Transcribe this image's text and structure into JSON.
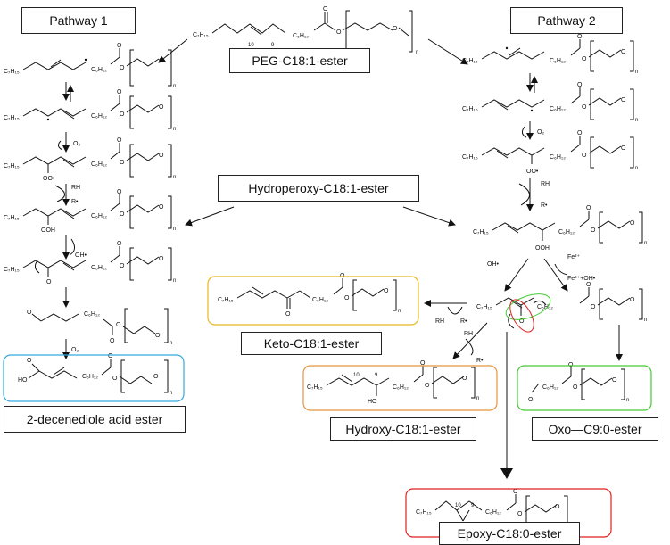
{
  "title_boxes": {
    "pathway1": "Pathway 1",
    "pathway2": "Pathway 2",
    "peg_ester": "PEG-C18:1-ester",
    "hydroperoxy": "Hydroperoxy-C18:1-ester",
    "keto": "Keto-C18:1-ester",
    "hydroxy": "Hydroxy-C18:1-ester",
    "oxo": "Oxo—C9:0-ester",
    "epoxy": "Epoxy-C18:0-ester",
    "decenediole": "2-decenediole acid ester"
  },
  "colors": {
    "keto_border": "#e8b820",
    "hydroxy_border": "#e8943a",
    "oxo_border": "#44cc33",
    "epoxy_border": "#dd2222",
    "decenediole_border": "#33aadd",
    "label_border": "#222222"
  },
  "chem_labels": {
    "c7h15": "C₇H₁₅",
    "c6h12": "C₆H₁₂",
    "o": "O",
    "n": "n",
    "oh": "OH",
    "ooh": "OOH",
    "ho": "HO",
    "oo_rad": "OO•",
    "o2": "O₂",
    "rh": "RH",
    "r_rad": "R•",
    "oh_rad": "OH•",
    "fe2": "Fe²⁺",
    "fe3": "Fe³⁺+OH•",
    "num10": "10",
    "num9": "9"
  }
}
